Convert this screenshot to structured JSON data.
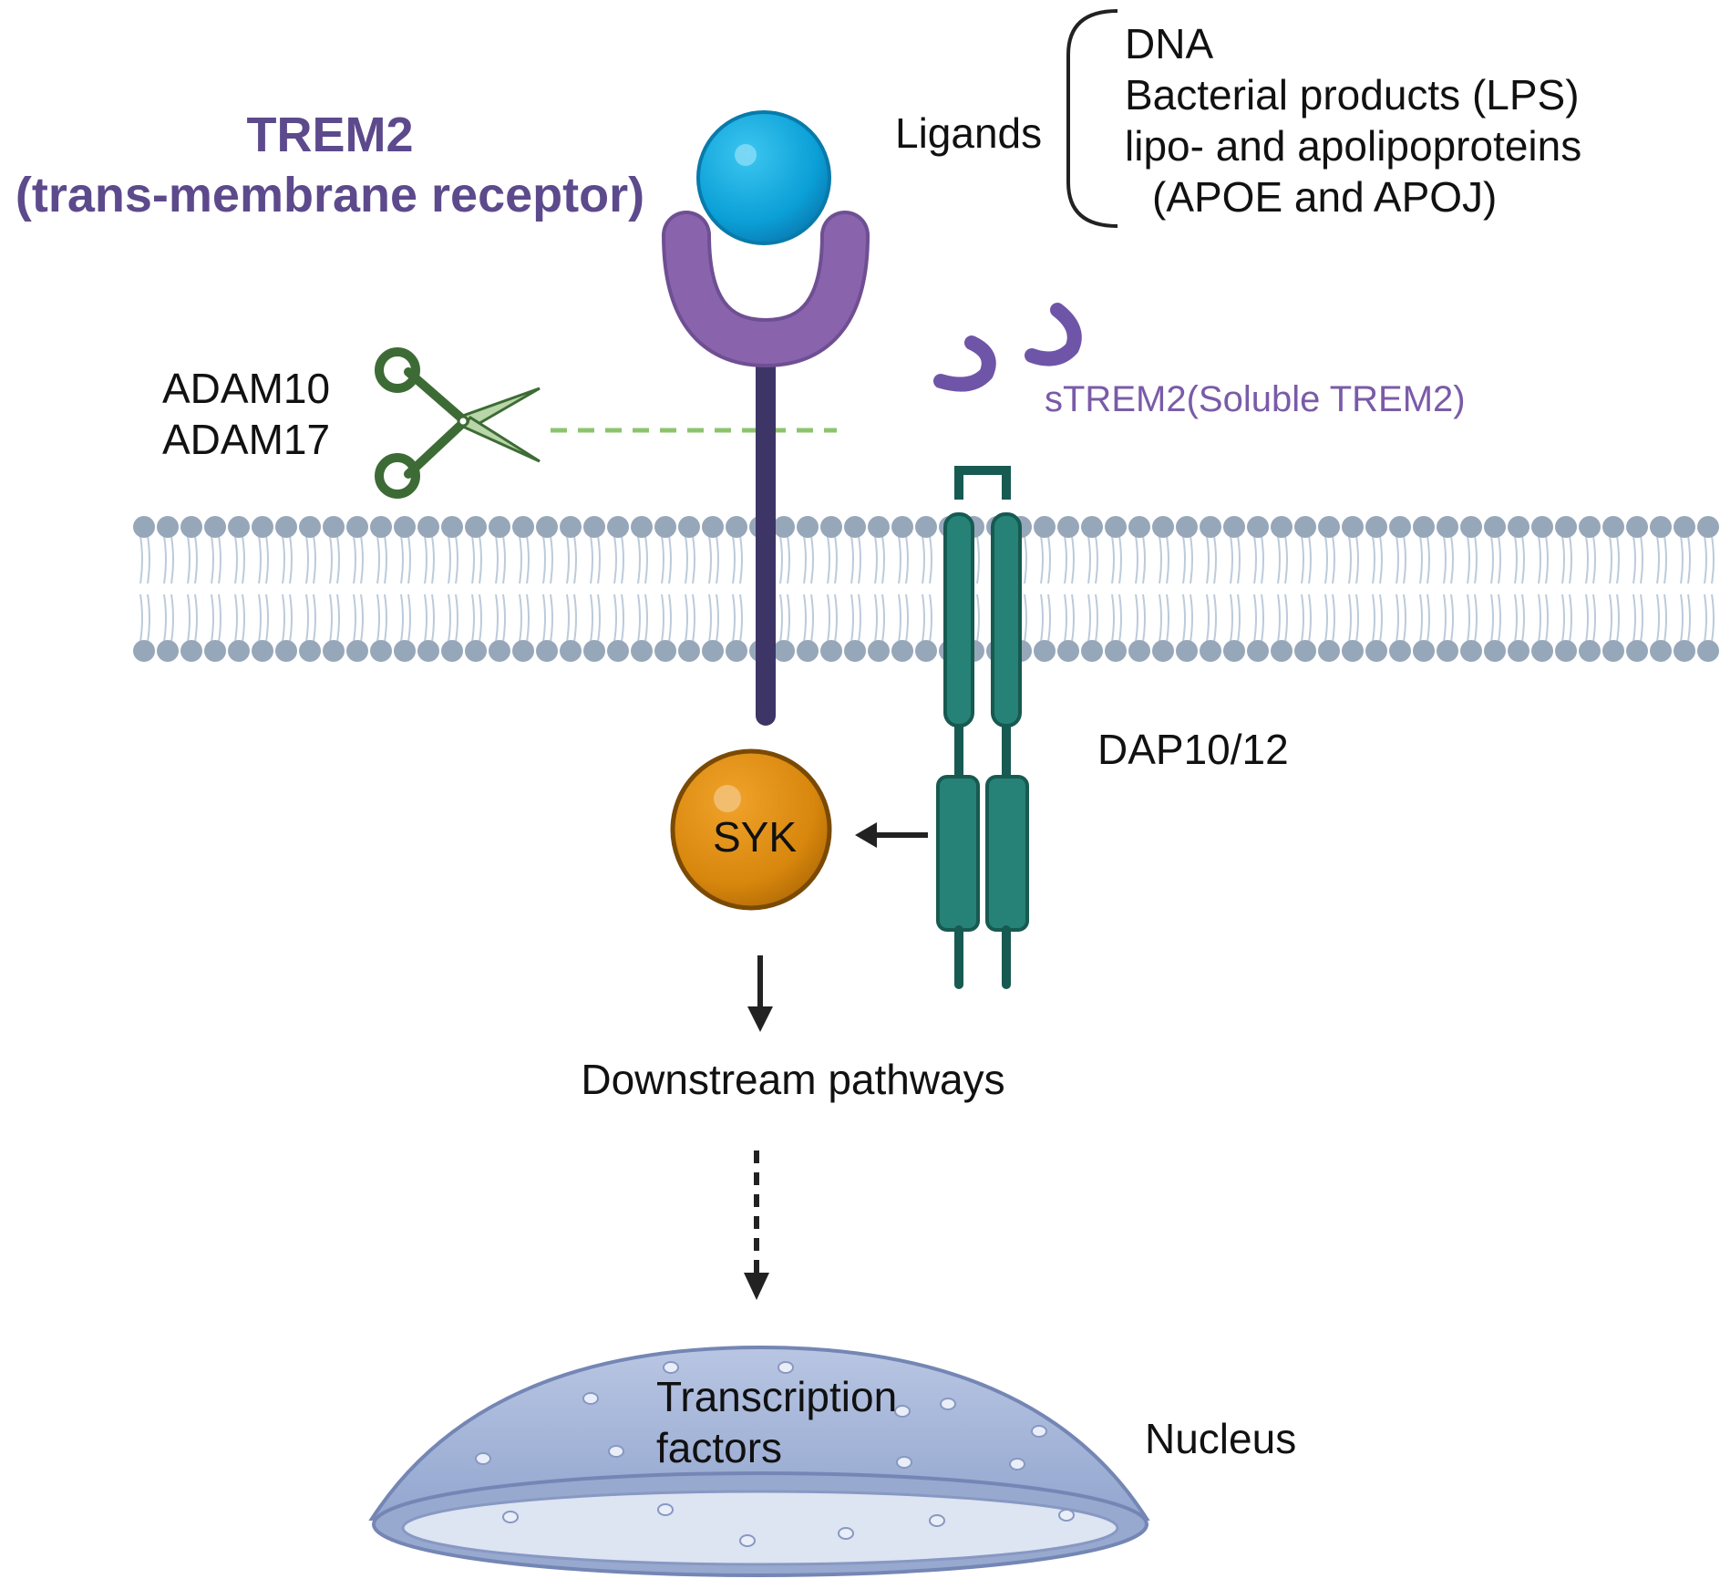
{
  "title": {
    "line1": "TREM2",
    "line2": "(trans-membrane receptor)"
  },
  "ligands": {
    "heading": "Ligands",
    "items": [
      "DNA",
      "Bacterial products (LPS)",
      "lipo- and apolipoproteins",
      "(APOE and APOJ)"
    ]
  },
  "enzymes": {
    "line1": "ADAM10",
    "line2": "ADAM17"
  },
  "strem2_label": "sTREM2(Soluble TREM2)",
  "dap_label": "DAP10/12",
  "syk_label": "SYK",
  "downstream_label": "Downstream pathways",
  "transcription": {
    "line1": "Transcription",
    "line2": "factors"
  },
  "nucleus_label": "Nucleus",
  "colors": {
    "title": "#5c4a8c",
    "receptor": "#8a63ad",
    "receptor_stem": "#3d3566",
    "ligand": "#0aa5d8",
    "scissors": "#3d6b35",
    "cleavage_line": "#8cc46e",
    "membrane_head": "#97a7ba",
    "membrane_tail": "#bccbdb",
    "dap": "#268276",
    "dap_dark": "#175a52",
    "syk": "#d98a0f",
    "nucleus": "#a9b8d8",
    "arrow": "#222222"
  }
}
